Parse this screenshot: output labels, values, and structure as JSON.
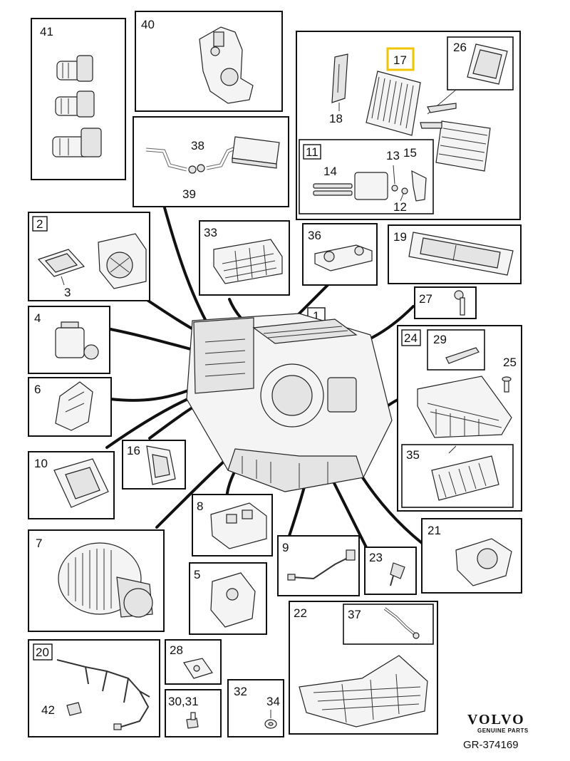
{
  "callouts": {
    "p41": "41",
    "p40": "40",
    "p26": "26",
    "p17": "17",
    "p18": "18",
    "p11": "11",
    "p13": "13",
    "p15": "15",
    "p14": "14",
    "p12": "12",
    "p38": "38",
    "p39": "39",
    "p2": "2",
    "p3": "3",
    "p33": "33",
    "p36": "36",
    "p19": "19",
    "p1": "1",
    "p27": "27",
    "p4": "4",
    "p24": "24",
    "p29": "29",
    "p25": "25",
    "p6": "6",
    "p35": "35",
    "p10": "10",
    "p16": "16",
    "p7": "7",
    "p8": "8",
    "p9": "9",
    "p23": "23",
    "p21": "21",
    "p5": "5",
    "p22": "22",
    "p37": "37",
    "p20": "20",
    "p28": "28",
    "p42": "42",
    "p3031": "30,31",
    "p32": "32",
    "p34": "34"
  },
  "highlighted_part": "17",
  "brand": {
    "name": "VOLVO",
    "sub": "GENUINE PARTS"
  },
  "reference": "GR-374169",
  "colors": {
    "highlight": "#f0c400",
    "line": "#111111"
  }
}
